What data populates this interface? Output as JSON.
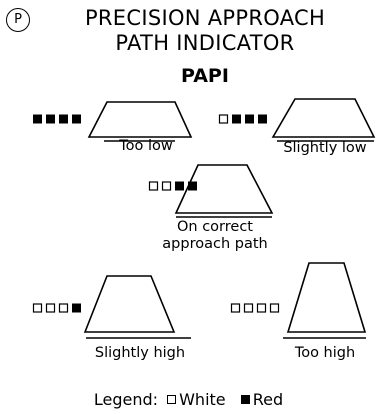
{
  "badge": "P",
  "title_line1": "PRECISION APPROACH",
  "title_line2": "PATH INDICATOR",
  "abbreviation": "PAPI",
  "panels": [
    {
      "label": "Too low",
      "lights": [
        "red",
        "red",
        "red",
        "red"
      ]
    },
    {
      "label": "Slightly low",
      "lights": [
        "white",
        "red",
        "red",
        "red"
      ]
    },
    {
      "label_line1": "On correct",
      "label_line2": "approach path",
      "lights": [
        "white",
        "white",
        "red",
        "red"
      ]
    },
    {
      "label": "Slightly high",
      "lights": [
        "white",
        "white",
        "white",
        "red"
      ]
    },
    {
      "label": "Too high",
      "lights": [
        "white",
        "white",
        "white",
        "white"
      ]
    }
  ],
  "legend": {
    "prefix": "Legend:",
    "white_label": "White",
    "red_label": "Red"
  },
  "colors": {
    "white_light": "#ffffff",
    "red_light": "#000000",
    "stroke": "#000000"
  }
}
